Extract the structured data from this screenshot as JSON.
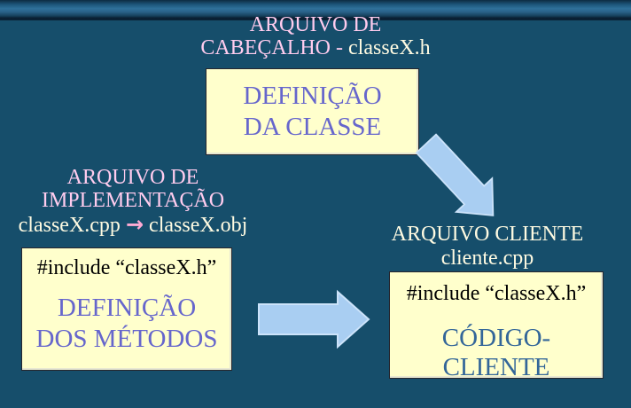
{
  "slide": {
    "title": {
      "line1": "ARQUIVO DE",
      "line2_prefix": "CABEÇALHO - ",
      "line2_file": "classeX.h"
    },
    "header_box": {
      "line1": "DEFINIÇÃO",
      "line2": "DA CLASSE"
    },
    "implementation": {
      "label_line1": "ARQUIVO DE",
      "label_line2": "IMPLEMENTAÇÃO",
      "file_source": "classeX.cpp",
      "arrow_glyph": "→",
      "file_object": "classeX.obj",
      "box_include": "#include “classeX.h”",
      "box_line1": "DEFINIÇÃO",
      "box_line2": "DOS MÉTODOS"
    },
    "client": {
      "label_line1": "ARQUIVO CLIENTE",
      "label_line2": "cliente.cpp",
      "box_include": "#include “classeX.h”",
      "box_line1": "CÓDIGO-CLIENTE"
    },
    "colors": {
      "background": "#164E6B",
      "top_band_light": "#2F7099",
      "top_band_dark": "#0A1F33",
      "box_fill": "#FFFFCC",
      "box_border": "#26262E",
      "label_pink": "#FFCCEE",
      "label_cream": "#FFFBE2",
      "text_violet": "#6666CC",
      "text_steel_blue": "#336699",
      "include_black": "#000000",
      "arrow_fill": "#A9CEF2",
      "arrow_outline": "#CCE3FA",
      "glyph_arrow_pink": "#FFAAD4"
    }
  }
}
